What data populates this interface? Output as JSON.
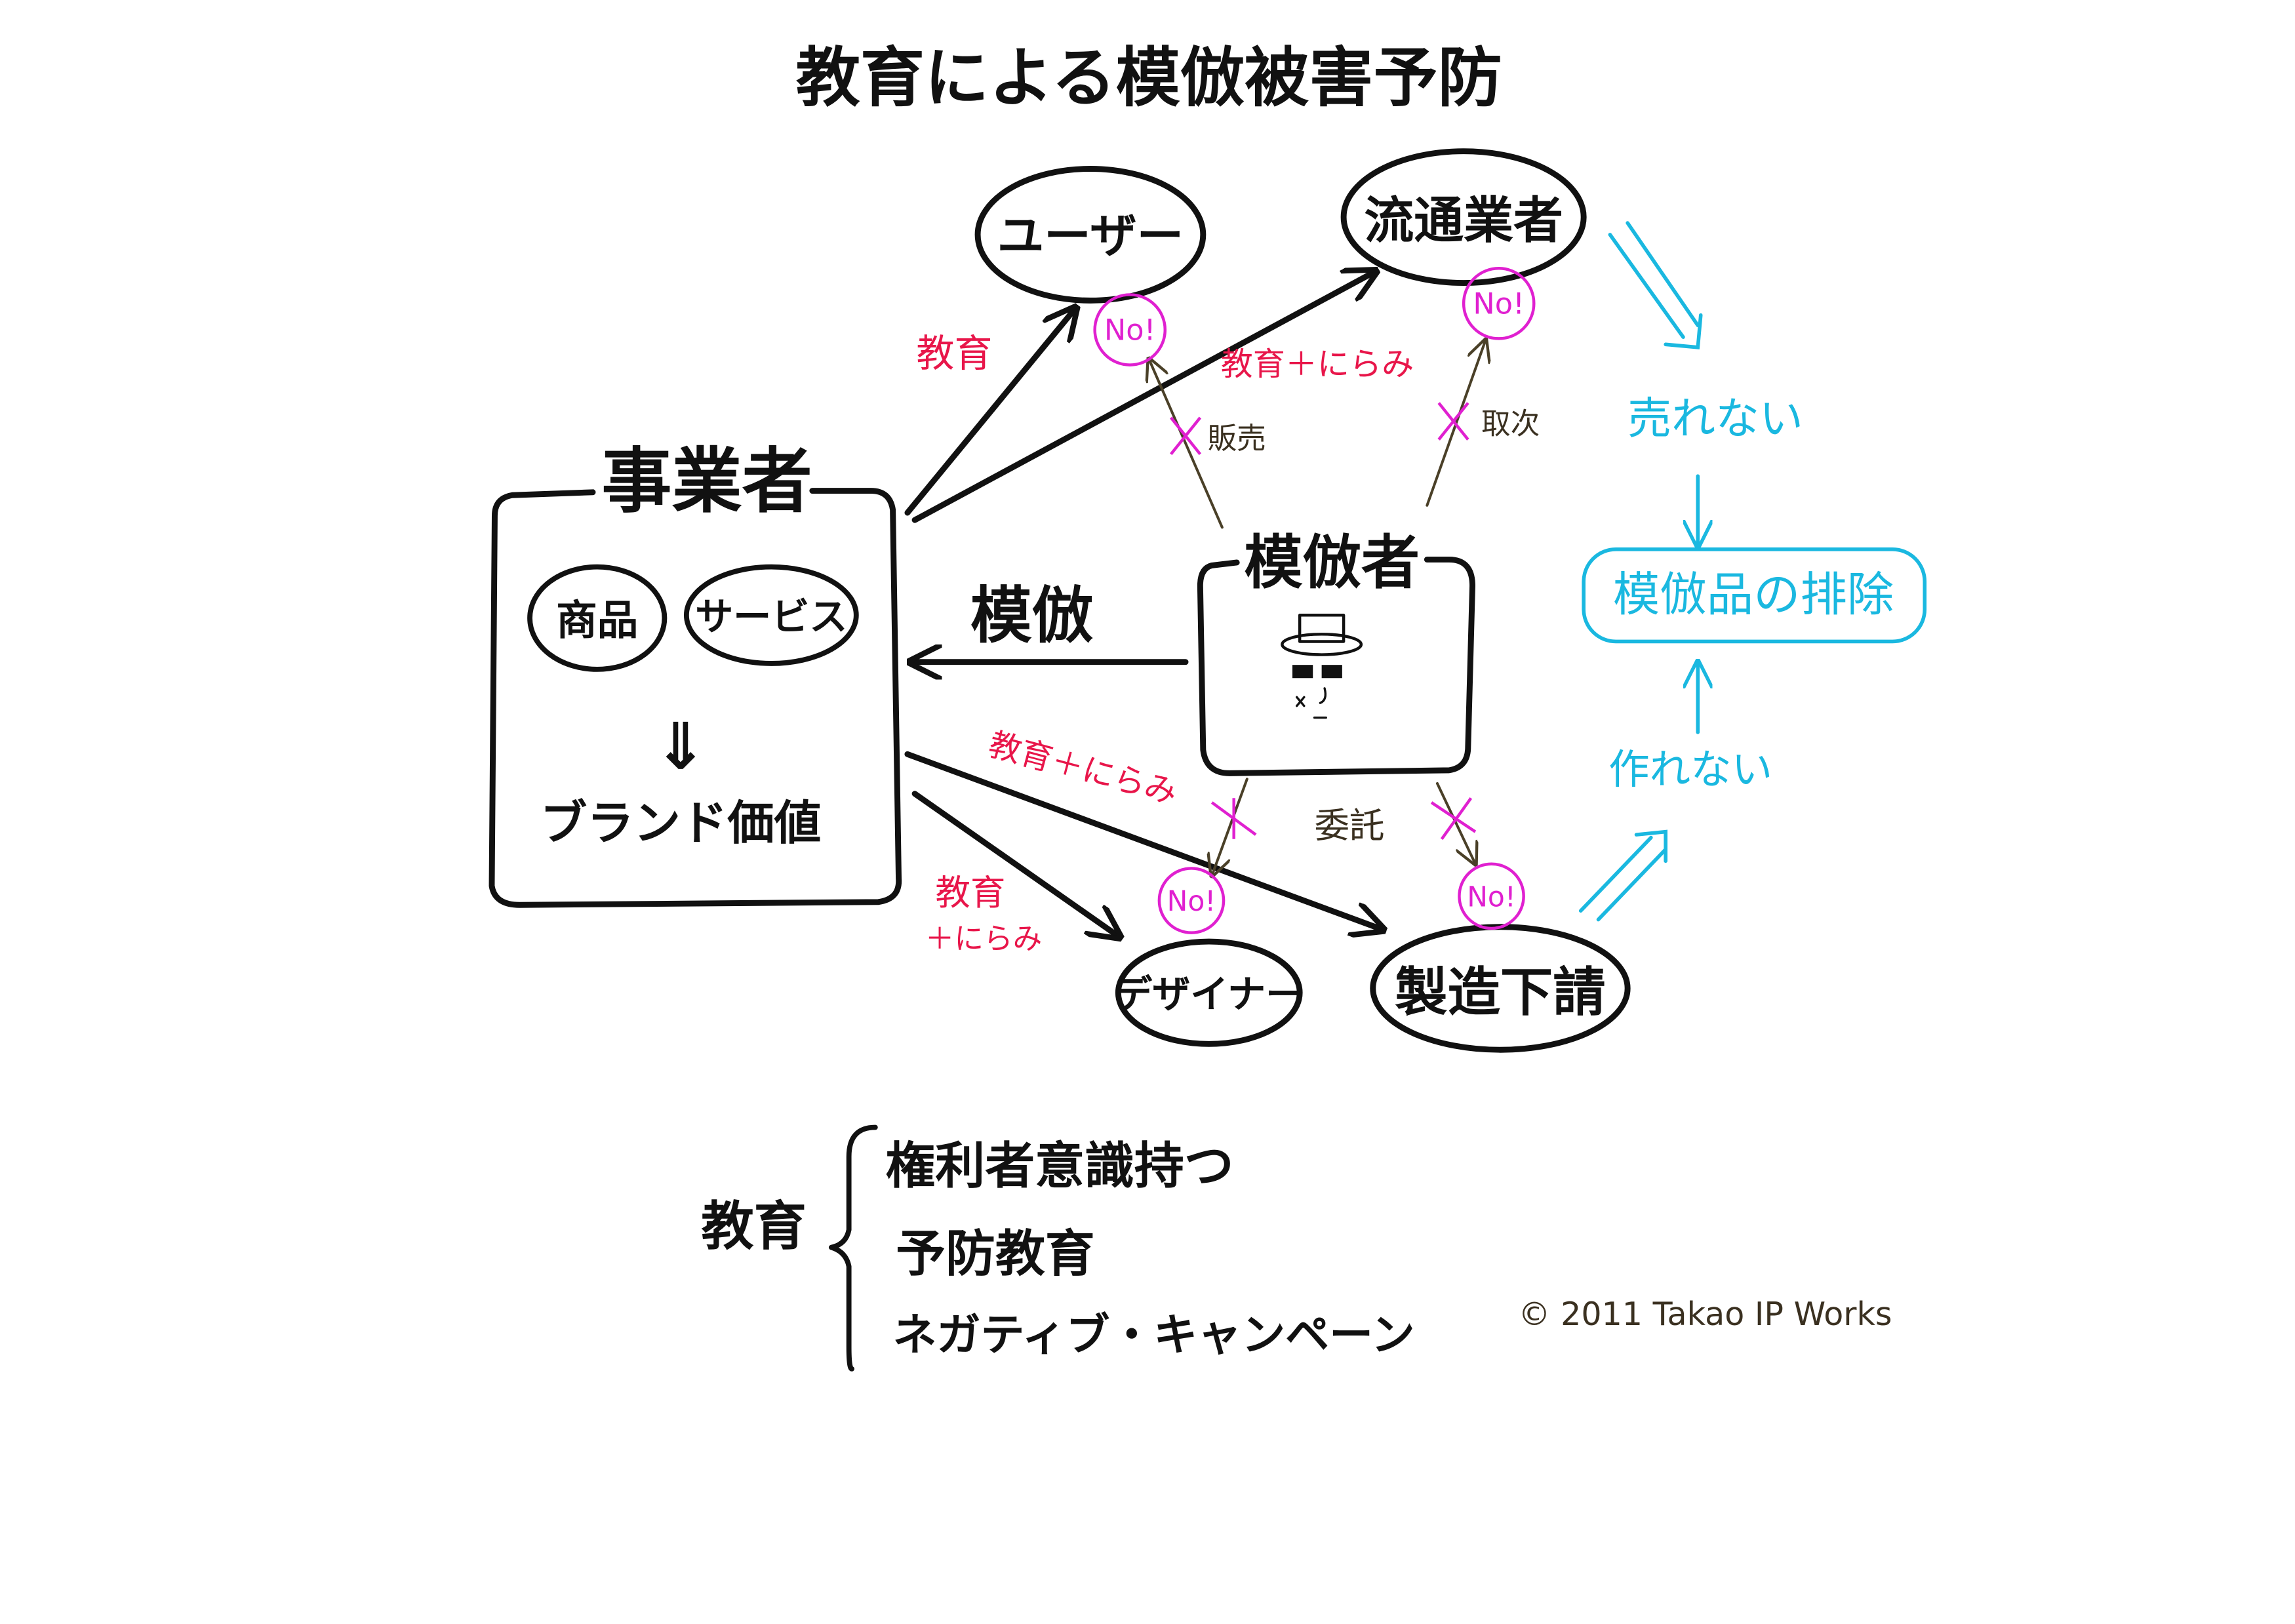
{
  "title": "教育による模倣被害予防",
  "nodes": {
    "user": "ユーザー",
    "distributor": "流通業者",
    "business": "事業者",
    "product": "商品",
    "service": "サービス",
    "down_arrow": "⇓",
    "brand_value": "ブランド価値",
    "imitator": "模倣者",
    "designer": "デザイナー",
    "subcontractor": "製造下請",
    "exclusion": "模倣品の排除"
  },
  "edges": {
    "imitation": "模倣",
    "edu_user": "教育",
    "edu_distributor": "教育＋にらみ",
    "edu_subcontractor": "教育＋にらみ",
    "edu_designer_1": "教育",
    "edu_designer_2": "＋にらみ",
    "sales": "販売",
    "brokerage": "取次",
    "commission": "委託",
    "no": "No!",
    "cannot_sell": "売れない",
    "cannot_make": "作れない"
  },
  "education": {
    "label": "教育",
    "items": [
      "権利者意識持つ",
      "予防教育",
      "ネガティブ・キャンペーン"
    ]
  },
  "copyright": "© 2011 Takao IP Works",
  "colors": {
    "ink": "#111111",
    "red": "#e8164a",
    "magenta": "#e020d0",
    "cyan": "#1ab8e0",
    "brown": "#3a3020"
  }
}
